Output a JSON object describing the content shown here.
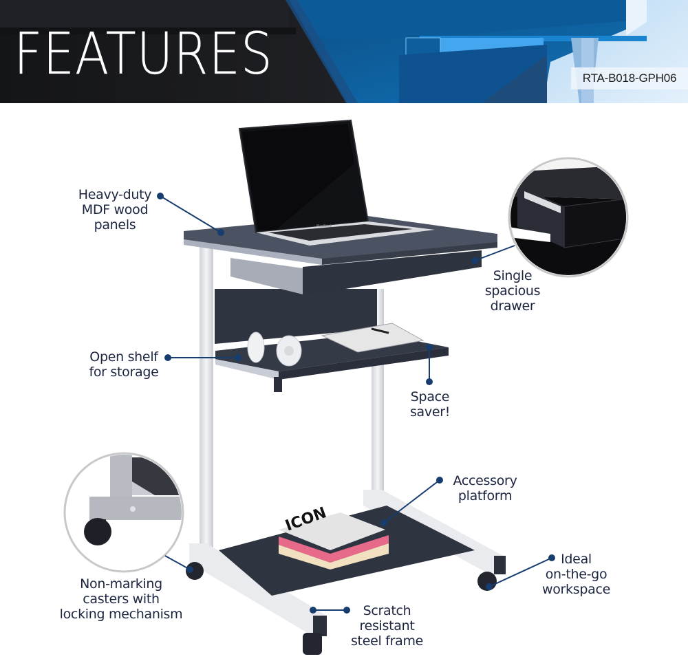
{
  "header": {
    "title": "FEATURES",
    "sku": "RTA-B018-GPH06"
  },
  "colors": {
    "accent_dot": "#163d6e",
    "callout_text": "#1c2540",
    "banner_dark": "#1d1e22",
    "banner_blue": "#0f5e9c",
    "desk_panel": "#3b4150",
    "frame_steel": "#e4e6ea"
  },
  "callouts": [
    {
      "id": "mdf",
      "lines": [
        "Heavy-duty",
        "MDF wood",
        "panels"
      ]
    },
    {
      "id": "drawer",
      "lines": [
        "Single",
        "spacious",
        "drawer"
      ]
    },
    {
      "id": "shelf",
      "lines": [
        "Open shelf",
        "for storage"
      ]
    },
    {
      "id": "space",
      "lines": [
        "Space",
        "saver!"
      ]
    },
    {
      "id": "accessory",
      "lines": [
        "Accessory",
        "platform"
      ]
    },
    {
      "id": "casters",
      "lines": [
        "Non-marking",
        "casters with",
        "locking mechanism"
      ]
    },
    {
      "id": "workspace",
      "lines": [
        "Ideal",
        "on-the-go",
        "workspace"
      ]
    },
    {
      "id": "frame",
      "lines": [
        "Scratch",
        "resistant",
        "steel frame"
      ]
    }
  ],
  "insets": [
    {
      "id": "drawer-detail",
      "label": "drawer slide detail"
    },
    {
      "id": "caster-detail",
      "label": "caster detail"
    }
  ],
  "product_image": {
    "items_shown": [
      "laptop",
      "headphones",
      "notebook",
      "pen",
      "magazines"
    ],
    "magazine_cover_text": "ICON"
  }
}
